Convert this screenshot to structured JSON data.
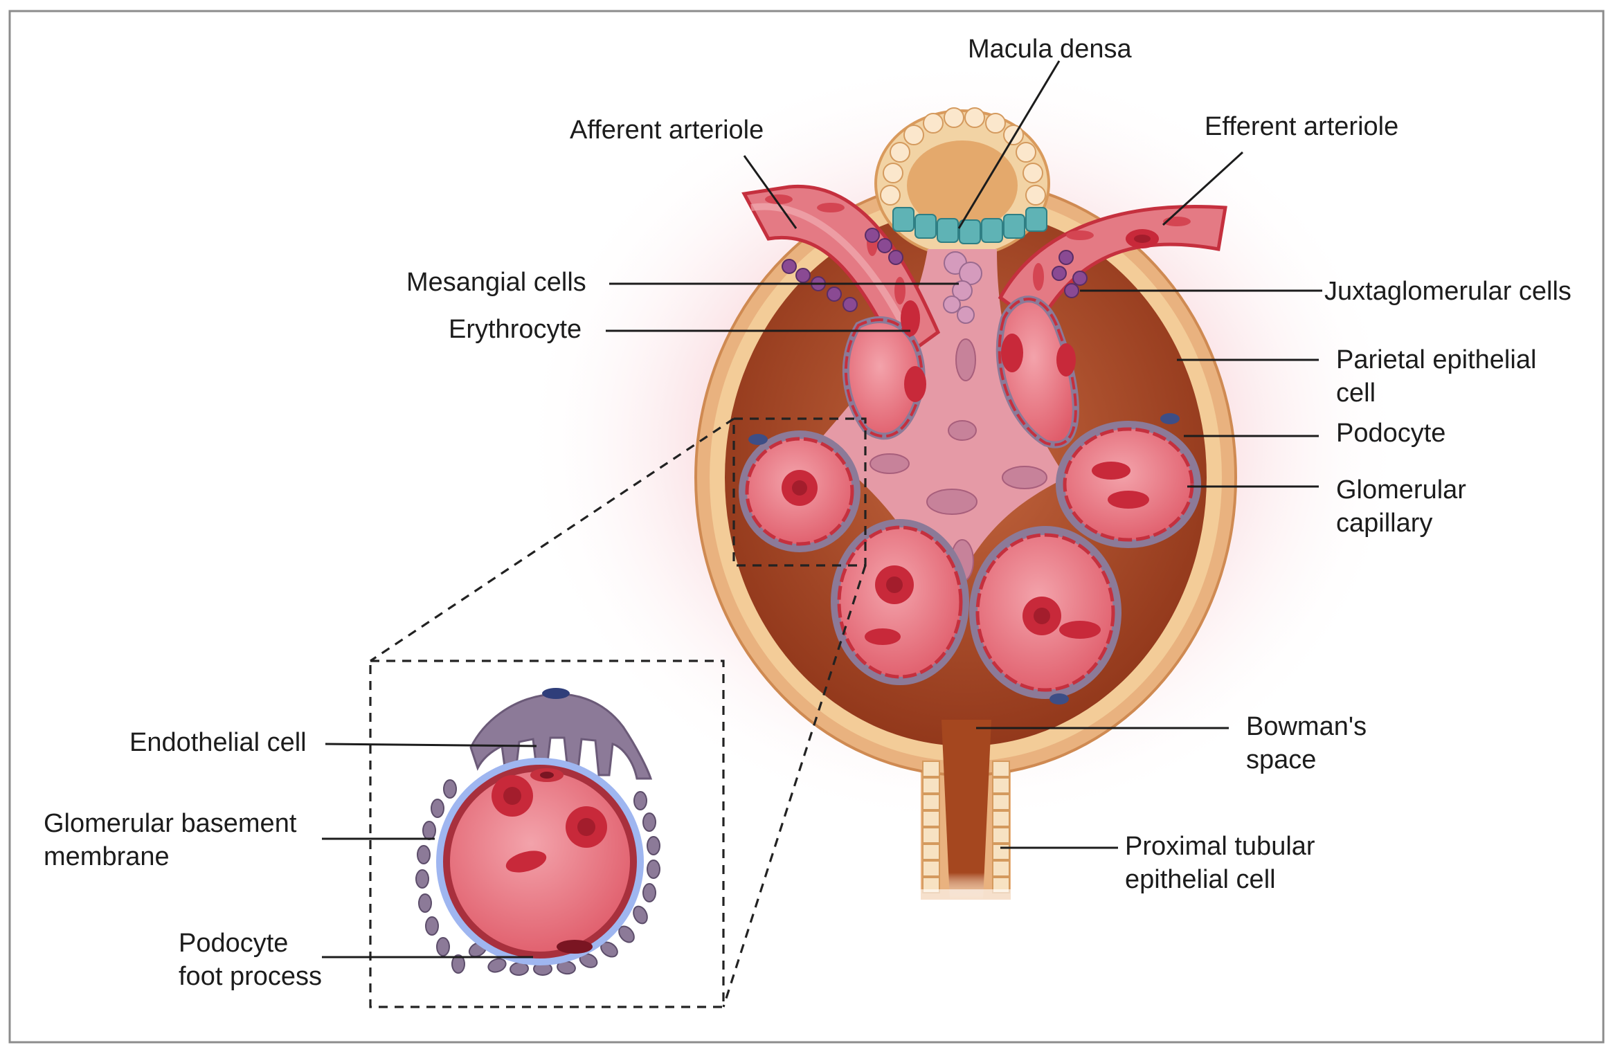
{
  "labels": {
    "macula_densa": "Macula densa",
    "afferent_arteriole": "Afferent arteriole",
    "efferent_arteriole": "Efferent arteriole",
    "mesangial_cells": "Mesangial cells",
    "juxtaglomerular_cells": "Juxtaglomerular cells",
    "erythrocyte": "Erythrocyte",
    "parietal_epithelial_cell": [
      "Parietal epithelial",
      "cell"
    ],
    "podocyte": "Podocyte",
    "glomerular_capillary": [
      "Glomerular",
      "capillary"
    ],
    "bowmans_space": [
      "Bowman's",
      "space"
    ],
    "proximal_tubular_epithelial_cell": [
      "Proximal tubular",
      "epithelial cell"
    ],
    "endothelial_cell": "Endothelial cell",
    "glomerular_basement_membrane": [
      "Glomerular basement",
      "membrane"
    ],
    "podocyte_foot_process": [
      "Podocyte",
      "foot process"
    ]
  },
  "colors": {
    "capsule_outer": "#e9b27f",
    "bowmans_space": "#9c3f22",
    "mesangium": "#e59aa6",
    "capillary": "#e4636f",
    "capillary_wall": "#c5303e",
    "erythrocyte": "#c8293a",
    "podocyte": "#8c7a98",
    "juxtaglomerular": "#8a4a93",
    "macula_densa": "#3f9aa0",
    "tubule": "#f2d3a4",
    "basement_membrane": "#9fb6f0",
    "frame": "#8c8c8c"
  }
}
